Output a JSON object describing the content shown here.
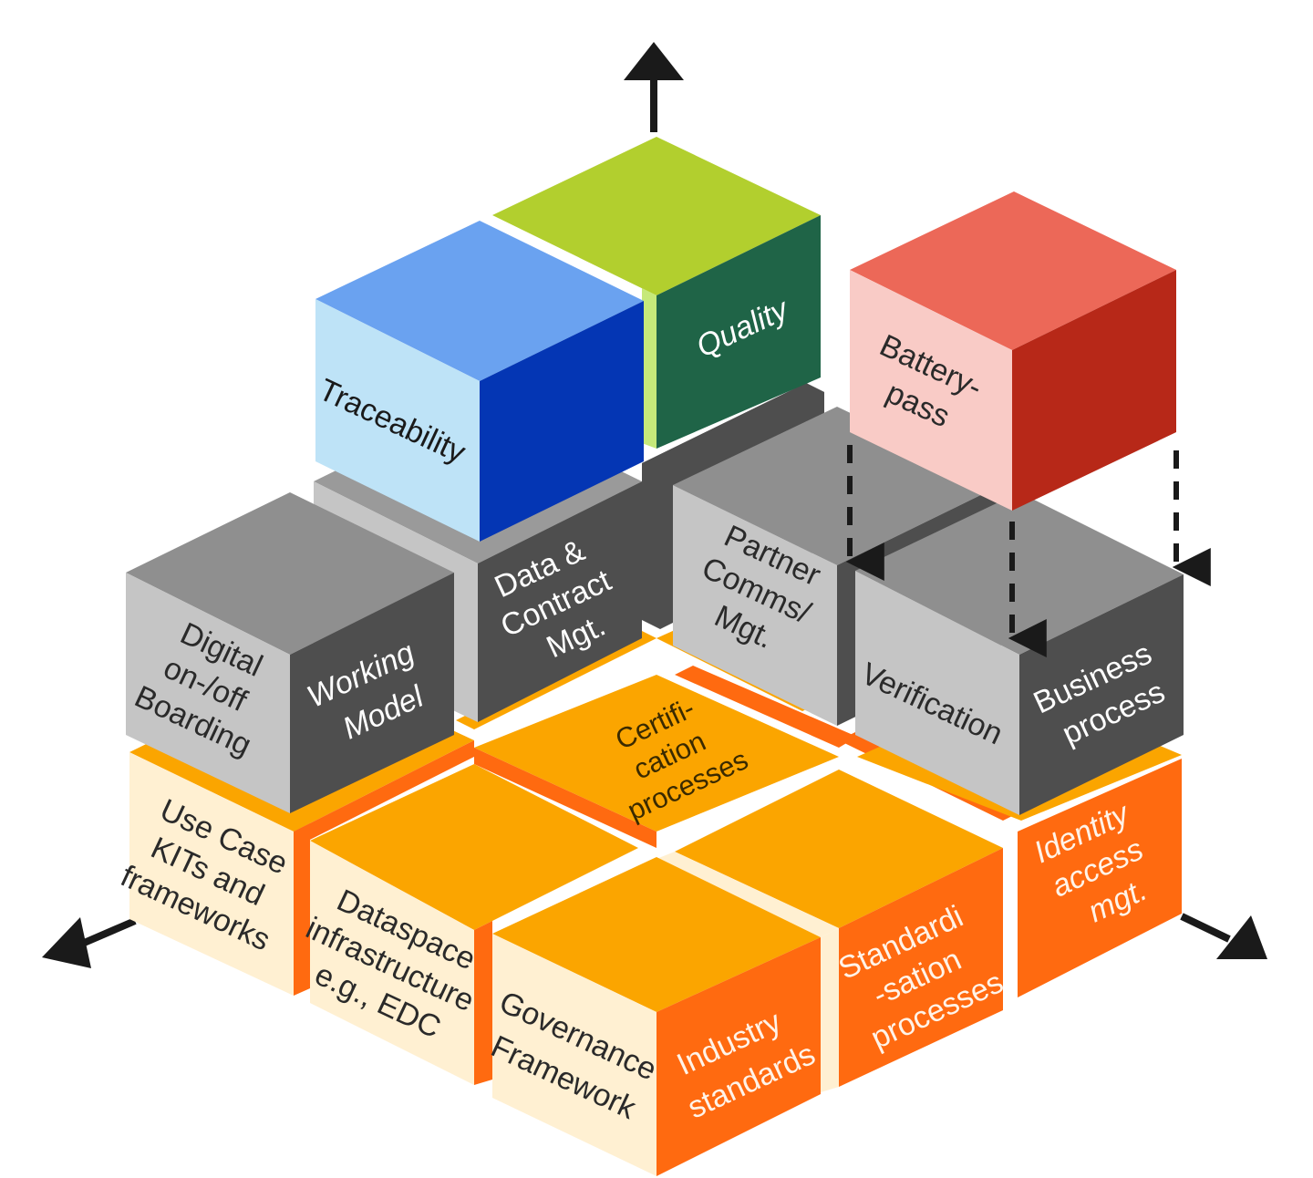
{
  "colors": {
    "orange_top": "#FBA500",
    "orange_side": "#FF6A10",
    "cream_face": "#FFF0D2",
    "gray_top": "#8F8F8F",
    "gray_light_face": "#C5C5C5",
    "gray_dark_face": "#4E4E4E",
    "traceability_top": "#6AA2F0",
    "traceability_front": "#BEE3F7",
    "traceability_side": "#0436B4",
    "quality_top": "#B2CF2E",
    "quality_side": "#1F6447",
    "batterypass_top": "#EC6858",
    "batterypass_front": "#F9CBC6",
    "batterypass_side": "#B72818",
    "axis": "#1A1A1A"
  },
  "blocks": {
    "use_case_kits": [
      "Use Case",
      "KITs and",
      "frameworks"
    ],
    "dataspace_infrastructure": [
      "Dataspace",
      "infrastructure",
      "e.g., EDC"
    ],
    "governance_framework": [
      "Governance",
      "Framework"
    ],
    "industry_standards": [
      "Industry",
      "standards"
    ],
    "standardisation_processes": [
      "Standardi",
      "-sation",
      "processes"
    ],
    "identity_access_mgt": [
      "Identity",
      "access",
      "mgt."
    ],
    "certification_processes": [
      "Certifi-",
      "cation",
      "processes"
    ],
    "digital_onboarding": [
      "Digital",
      "on-/off",
      "Boarding"
    ],
    "working_model": [
      "Working",
      "Model"
    ],
    "data_contract_mgt": [
      "Data &",
      "Contract",
      "Mgt."
    ],
    "partner_comms_mgt": [
      "Partner",
      "Comms/",
      "Mgt."
    ],
    "verification": [
      "Verification"
    ],
    "business_process": [
      "Business",
      "process"
    ],
    "traceability": [
      "Traceability"
    ],
    "quality": [
      "Quality"
    ],
    "battery_pass": [
      "Battery-",
      "pass"
    ]
  }
}
